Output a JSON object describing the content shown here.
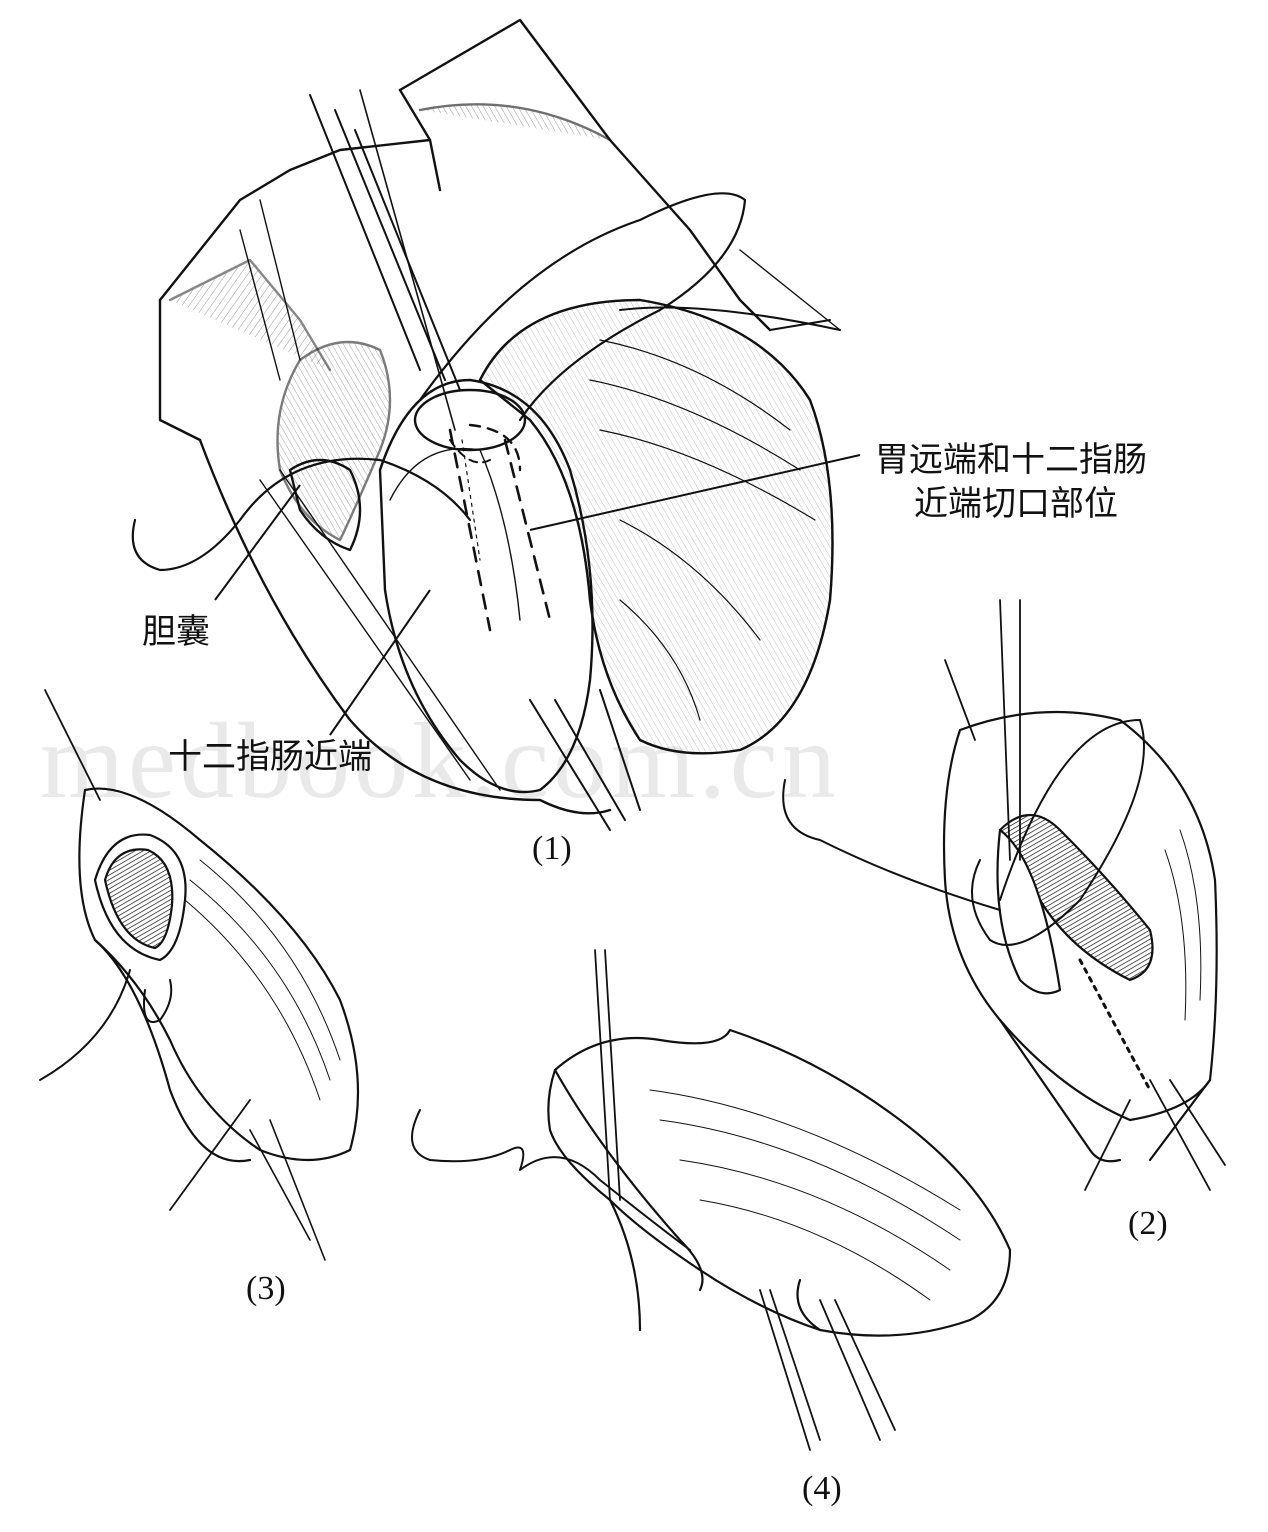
{
  "figure": {
    "labels": {
      "incision_site_line1": "胃远端和十二指肠",
      "incision_site_line2": "近端切口部位",
      "gallbladder": "胆囊",
      "duodenum_proximal": "十二指肠近端"
    },
    "panels": {
      "p1": "(1)",
      "p2": "(2)",
      "p3": "(3)",
      "p4": "(4)"
    },
    "watermark": "medbook.com.cn"
  },
  "colors": {
    "ink": "#111111",
    "paper": "#ffffff",
    "watermark": "#e9e9e9"
  }
}
